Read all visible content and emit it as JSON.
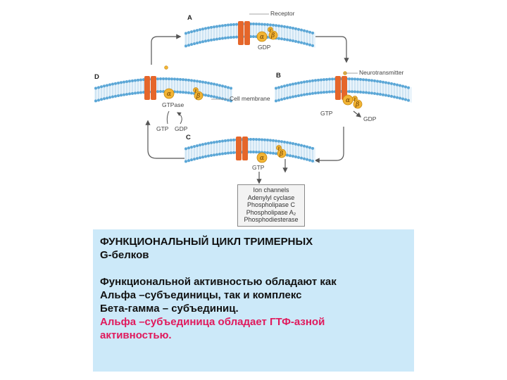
{
  "diagram": {
    "labels": {
      "A": "A",
      "B": "B",
      "C": "C",
      "D": "D",
      "receptor": "Receptor",
      "neurotransmitter": "Neurotransmitter",
      "cell_membrane": "Cell membrane",
      "gdp": "GDP",
      "gtp": "GTP",
      "gtpase": "GTPase",
      "alpha": "α",
      "beta": "β",
      "gamma": "γ"
    },
    "effectors": [
      "Ion channels",
      "Adenylyl cyclase",
      "Phospholipase C",
      "Phospholipase A₂",
      "Phosphodiesterase"
    ]
  },
  "panel": {
    "title_line1": "ФУНКЦИОНАЛЬНЫЙ ЦИКЛ  ТРИМЕРНЫХ",
    "title_line2": "G-белков",
    "body_lines": [
      "Функциональной активностью обладают как",
      "Альфа –субъединицы, так и комплекс",
      "Бета-гамма – субъединиц."
    ],
    "highlight_lines": [
      "Альфа –субъединица обладает ГТФ-азной",
      "активностью."
    ]
  },
  "colors": {
    "receptor": "#e5662a",
    "subunit": "#f2b434",
    "membrane_head": "#5aa6d6",
    "highlight": "#e0195c",
    "panel_bg": "#cce9f9"
  }
}
